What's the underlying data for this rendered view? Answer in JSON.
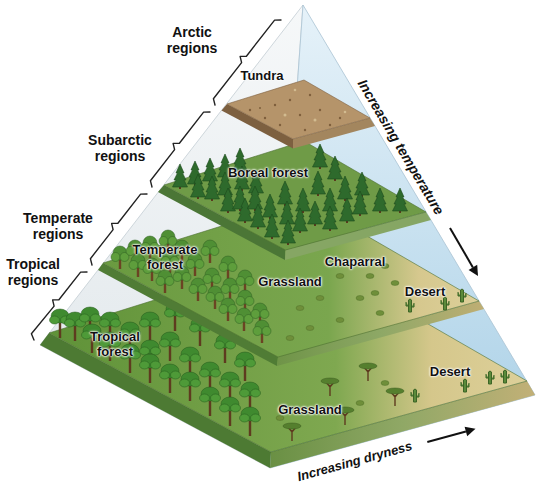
{
  "diagram": {
    "labels": [
      "Arctic regions",
      "Tundra",
      "Increasing temperature",
      "Subarctic regions",
      "Boreal forest",
      "Temperate regions",
      "Temperate forest",
      "Chaparral",
      "Grassland",
      "Desert",
      "Tropical regions",
      "Tropical forest",
      "Desert",
      "Grassland",
      "Increasing dryness"
    ]
  }
}
